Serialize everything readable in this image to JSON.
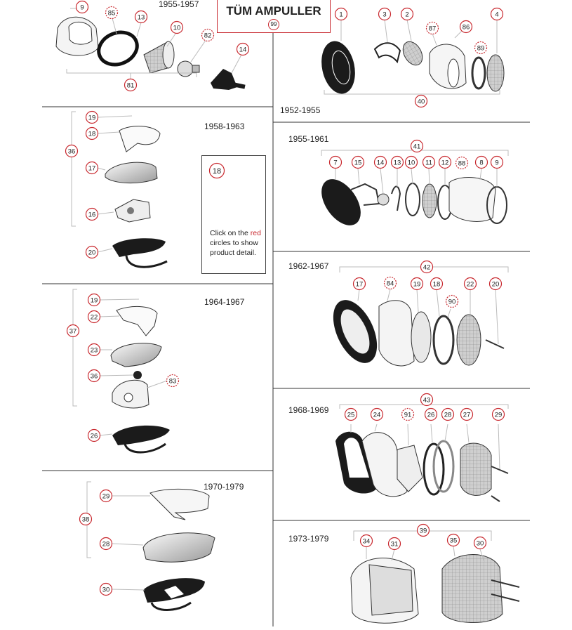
{
  "title": {
    "text": "TÜM AMPULLER",
    "badge": "99"
  },
  "years": {
    "y1955_1957": "1955-1957",
    "y1952_1955": "1952-1955",
    "y1958_1963": "1958-1963",
    "y1955_1961": "1955-1961",
    "y1964_1967": "1964-1967",
    "y1962_1967": "1962-1967",
    "y1968_1969": "1968-1969",
    "y1970_1979": "1970-1979",
    "y1973_1979": "1973-1979"
  },
  "hint": {
    "badge": "18",
    "text_before": "Click on the ",
    "text_red": "red",
    "text_after": " circles to show product detail."
  },
  "badges": {
    "s1": [
      "9",
      "85",
      "13",
      "10",
      "82",
      "14",
      "81"
    ],
    "s2": [
      "1",
      "3",
      "2",
      "87",
      "86",
      "4",
      "89",
      "40"
    ],
    "s3": [
      "19",
      "18",
      "36",
      "17",
      "16",
      "20"
    ],
    "s4": [
      "41",
      "7",
      "15",
      "14",
      "13",
      "10",
      "11",
      "12",
      "88",
      "8",
      "9"
    ],
    "s5": [
      "19",
      "22",
      "37",
      "23",
      "36",
      "83",
      "26"
    ],
    "s6": [
      "42",
      "17",
      "84",
      "19",
      "18",
      "22",
      "20",
      "90"
    ],
    "s7": [
      "43",
      "25",
      "24",
      "91",
      "26",
      "28",
      "27",
      "29"
    ],
    "s8": [
      "29",
      "38",
      "28",
      "30"
    ],
    "s9": [
      "39",
      "34",
      "31",
      "35",
      "30"
    ]
  },
  "colors": {
    "accent": "#c8272d",
    "line": "#555555",
    "part_dark": "#1b1b1b"
  }
}
